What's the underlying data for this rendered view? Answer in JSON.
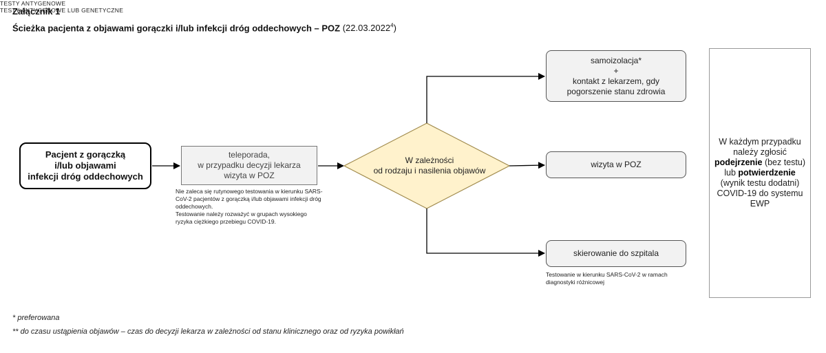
{
  "header": {
    "annex": "Załącznik 1",
    "title_main": "Ścieżka pacjenta z objawami gorączki i/lub infekcji dróg oddechowych – POZ",
    "title_date": "(22.03.2022",
    "title_sup": "4",
    "title_close": ")"
  },
  "nodes": {
    "patient": [
      "Pacjent z gorączką",
      "i/lub objawami",
      "infekcji dróg oddechowych"
    ],
    "teleconsult": [
      "teleporada,",
      "w przypadku decyzji lekarza",
      "wizyta w POZ"
    ],
    "decision": [
      "W zależności",
      "od rodzaju i nasilenia objawów"
    ],
    "isolation": [
      "samoizolacja*",
      "+",
      "kontakt z lekarzem, gdy",
      "pogorszenie stanu zdrowia"
    ],
    "visit": "wizyta w POZ",
    "hospital": "skierowanie do szpitala"
  },
  "notes": {
    "tele_note": [
      "Nie zaleca się rutynowego testowania w kierunku SARS-",
      "CoV-2 pacjentów z gorączką i/lub objawami infekcji dróg",
      "oddechowych.",
      "Testowanie należy rozważyć w grupach wysokiego",
      "ryzyka ciężkiego przebiegu COVID-19."
    ],
    "tele_tests": "TESTY ANTYGENOWE",
    "hospital_note": [
      "Testowanie w kierunku SARS-CoV-2 w ramach",
      "diagnostyki różnicowej"
    ],
    "hospital_tests": "TESTY ANTYGENOWE LUB GENETYCZNE"
  },
  "side_box": {
    "line1": "W każdym przypadku",
    "line2": "należy zgłosić",
    "bold1": "podejrzenie",
    "after_bold1": " (bez testu)",
    "line4_pre": "lub ",
    "bold2": "potwierdzenie",
    "line5": "(wynik testu dodatni)",
    "line6": "COVID-19 do systemu",
    "line7": "EWP"
  },
  "footnotes": {
    "f1": "* preferowana",
    "f2": "** do czasu ustąpienia objawów – czas do decyzji lekarza w zależności od stanu klinicznego oraz od ryzyka powikłań"
  },
  "colors": {
    "decision_fill": "#fff2cc",
    "decision_stroke": "#a08a4c",
    "box_fill": "#f2f2f2"
  }
}
